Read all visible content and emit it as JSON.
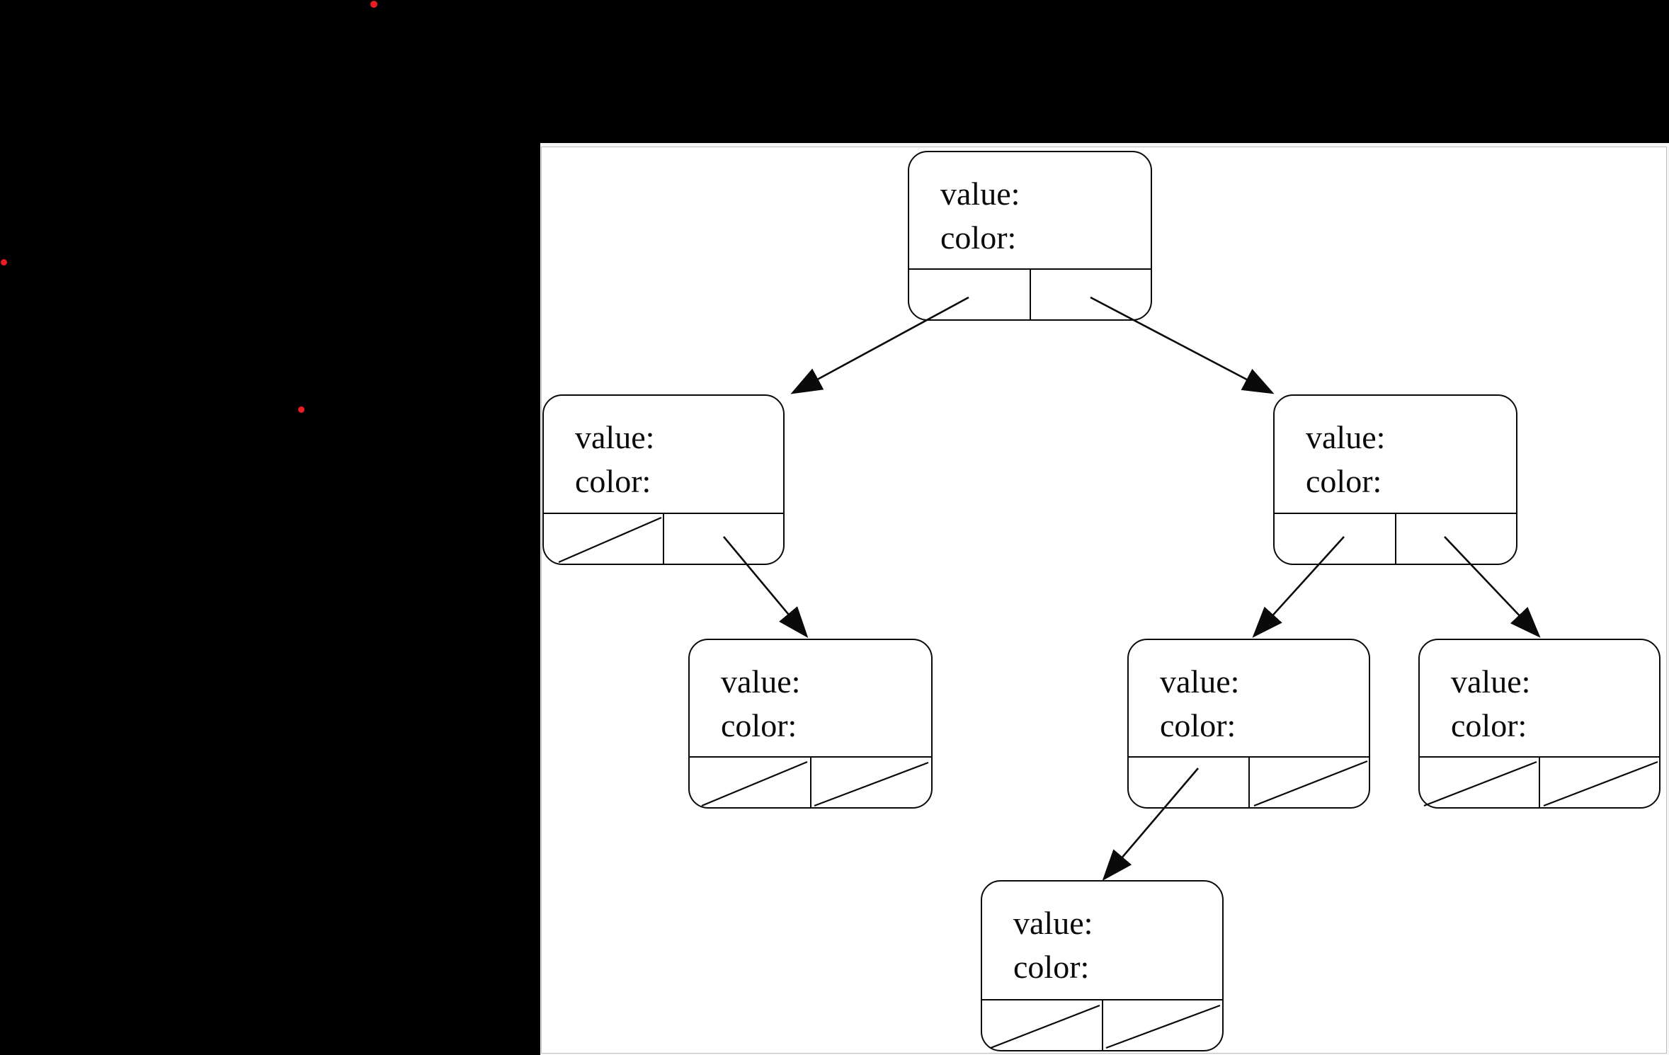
{
  "diagram": {
    "type": "binary-tree-node-diagram",
    "outer_background": "#000000",
    "panel_background": "#ffffff",
    "node_border_color": "#0a0a0a",
    "marker_dot_color": "#ec1c24",
    "red_dot_count": 3,
    "nodes": [
      {
        "id": "root",
        "value_label": "value:",
        "color_label": "color:",
        "left_pointer": "arrow",
        "right_pointer": "arrow"
      },
      {
        "id": "left-child",
        "value_label": "value:",
        "color_label": "color:",
        "left_pointer": "null",
        "right_pointer": "arrow"
      },
      {
        "id": "right-child",
        "value_label": "value:",
        "color_label": "color:",
        "left_pointer": "arrow",
        "right_pointer": "arrow"
      },
      {
        "id": "left-right-child",
        "value_label": "value:",
        "color_label": "color:",
        "left_pointer": "null",
        "right_pointer": "null"
      },
      {
        "id": "right-left-child",
        "value_label": "value:",
        "color_label": "color:",
        "left_pointer": "arrow",
        "right_pointer": "null"
      },
      {
        "id": "right-right-child",
        "value_label": "value:",
        "color_label": "color:",
        "left_pointer": "null",
        "right_pointer": "null"
      },
      {
        "id": "bottom-child",
        "value_label": "value:",
        "color_label": "color:",
        "left_pointer": "null",
        "right_pointer": "null"
      }
    ]
  }
}
